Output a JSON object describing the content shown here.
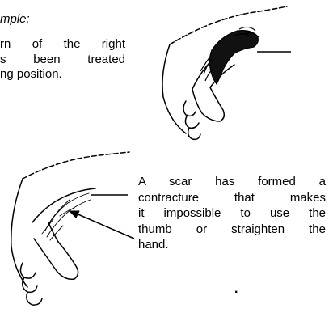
{
  "example_heading": "mple:",
  "top_paragraph": {
    "lines": [
      "rn of the right",
      "s been treated",
      "ng position."
    ]
  },
  "bottom_paragraph": {
    "lines": [
      "A scar has formed a",
      "contracture that makes",
      "it impossible to use the",
      "thumb or straighten the",
      "hand."
    ]
  },
  "trailing_mark": "."
}
